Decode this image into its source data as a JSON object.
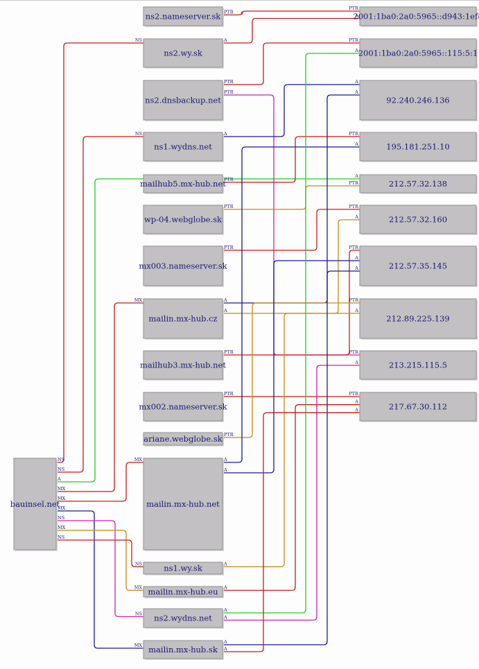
{
  "diagram": {
    "title": "DNS relationship graph for bauinsel.net",
    "colors": {
      "red": "#cc1a1a",
      "green": "#22cc22",
      "blue": "#1a1a99",
      "magenta": "#cc22aa",
      "orange": "#cc8811",
      "node_fill": "#c2c0c3",
      "node_text": "#191970"
    },
    "nodes": [
      {
        "id": "bauinsel",
        "label": "bauinsel.net",
        "column": "left"
      },
      {
        "id": "ns2nameserver",
        "label": "ns2.nameserver.sk",
        "column": "middle"
      },
      {
        "id": "ns2wy",
        "label": "ns2.wy.sk",
        "column": "middle"
      },
      {
        "id": "ns2dnsbackup",
        "label": "ns2.dnsbackup.net",
        "column": "middle"
      },
      {
        "id": "ns1wydns",
        "label": "ns1.wydns.net",
        "column": "middle"
      },
      {
        "id": "mailhub5",
        "label": "mailhub5.mx-hub.net",
        "column": "middle"
      },
      {
        "id": "wp04",
        "label": "wp-04.webglobe.sk",
        "column": "middle"
      },
      {
        "id": "mx003",
        "label": "mx003.nameserver.sk",
        "column": "middle"
      },
      {
        "id": "mailincz",
        "label": "mailin.mx-hub.cz",
        "column": "middle"
      },
      {
        "id": "mailhub3",
        "label": "mailhub3.mx-hub.net",
        "column": "middle"
      },
      {
        "id": "mx002",
        "label": "mx002.nameserver.sk",
        "column": "middle"
      },
      {
        "id": "ariane",
        "label": "ariane.webglobe.sk",
        "column": "middle"
      },
      {
        "id": "mailinnet",
        "label": "mailin.mx-hub.net",
        "column": "middle"
      },
      {
        "id": "ns1wy",
        "label": "ns1.wy.sk",
        "column": "middle"
      },
      {
        "id": "mailineu",
        "label": "mailin.mx-hub.eu",
        "column": "middle"
      },
      {
        "id": "ns2wydns",
        "label": "ns2.wydns.net",
        "column": "middle"
      },
      {
        "id": "mailinsk",
        "label": "mailin.mx-hub.sk",
        "column": "middle"
      },
      {
        "id": "ip6a",
        "label": "2001:1ba0:2a0:5965::d943:1ef8",
        "column": "right"
      },
      {
        "id": "ip6b",
        "label": "2001:1ba0:2a0:5965::115:5:1",
        "column": "right"
      },
      {
        "id": "ip92",
        "label": "92.240.246.136",
        "column": "right"
      },
      {
        "id": "ip195",
        "label": "195.181.251.10",
        "column": "right"
      },
      {
        "id": "ip138",
        "label": "212.57.32.138",
        "column": "right"
      },
      {
        "id": "ip160",
        "label": "212.57.32.160",
        "column": "right"
      },
      {
        "id": "ip145",
        "label": "212.57.35.145",
        "column": "right"
      },
      {
        "id": "ip139",
        "label": "212.89.225.139",
        "column": "right"
      },
      {
        "id": "ip1155",
        "label": "213.215.115.5",
        "column": "right"
      },
      {
        "id": "ip112",
        "label": "217.67.30.112",
        "column": "right"
      }
    ],
    "edges": [
      {
        "from": "bauinsel",
        "to": "ns2wy",
        "label": "NS",
        "color": "red"
      },
      {
        "from": "bauinsel",
        "to": "ns1wydns",
        "label": "NS",
        "color": "red"
      },
      {
        "from": "bauinsel",
        "to": "ip138",
        "label": "A",
        "color": "green"
      },
      {
        "from": "bauinsel",
        "to": "mailincz",
        "label": "MX",
        "color": "red"
      },
      {
        "from": "bauinsel",
        "to": "mailinnet",
        "label": "MX",
        "color": "red"
      },
      {
        "from": "bauinsel",
        "to": "mailinsk",
        "label": "MX",
        "color": "blue"
      },
      {
        "from": "bauinsel",
        "to": "ns2wydns",
        "label": "NS",
        "color": "magenta"
      },
      {
        "from": "bauinsel",
        "to": "mailineu",
        "label": "MX",
        "color": "orange"
      },
      {
        "from": "bauinsel",
        "to": "ns1wy",
        "label": "NS",
        "color": "red"
      },
      {
        "from": "ns2nameserver",
        "to": "ip6a",
        "label": "PTR",
        "color": "red"
      },
      {
        "from": "ns2wy",
        "to": "ip6a",
        "label": "A",
        "color": "red"
      },
      {
        "from": "ns2dnsbackup",
        "to": "ip6b",
        "label": "PTR",
        "color": "red"
      },
      {
        "from": "ns2dnsbackup",
        "to": "ip1155",
        "label": "PTR",
        "color": "magenta"
      },
      {
        "from": "ns1wydns",
        "to": "ip92",
        "label": "A",
        "color": "blue"
      },
      {
        "from": "mailhub5",
        "to": "ip195",
        "label": "PTR",
        "color": "red"
      },
      {
        "from": "wp04",
        "to": "ip138",
        "label": "PTR",
        "color": "orange"
      },
      {
        "from": "mx003",
        "to": "ip160",
        "label": "PTR",
        "color": "red"
      },
      {
        "from": "mailincz",
        "to": "ip92",
        "label": "A",
        "color": "blue"
      },
      {
        "from": "mailincz",
        "to": "ip160",
        "label": "A",
        "color": "orange"
      },
      {
        "from": "mailhub3",
        "to": "ip145",
        "label": "PTR",
        "color": "red"
      },
      {
        "from": "mx002",
        "to": "ip112",
        "label": "PTR",
        "color": "red"
      },
      {
        "from": "ariane",
        "to": "ip139",
        "label": "PTR",
        "color": "orange"
      },
      {
        "from": "mailinnet",
        "to": "ip195",
        "label": "A",
        "color": "blue"
      },
      {
        "from": "mailinnet",
        "to": "ip145",
        "label": "A",
        "color": "blue"
      },
      {
        "from": "ns1wy",
        "to": "ip139",
        "label": "A",
        "color": "orange"
      },
      {
        "from": "mailineu",
        "to": "ip112",
        "label": "A",
        "color": "red"
      },
      {
        "from": "ns2wydns",
        "to": "ip6b",
        "label": "A",
        "color": "green"
      },
      {
        "from": "ns2wydns",
        "to": "ip1155",
        "label": "A",
        "color": "magenta"
      },
      {
        "from": "mailinsk",
        "to": "ip145",
        "label": "A",
        "color": "blue"
      },
      {
        "from": "mailinsk",
        "to": "ip112",
        "label": "A",
        "color": "red"
      }
    ]
  }
}
